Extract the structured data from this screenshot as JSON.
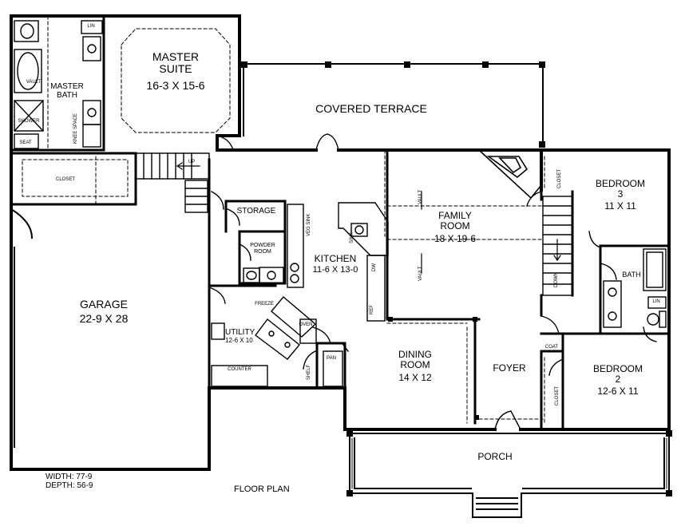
{
  "rooms": {
    "master_suite": {
      "name": "MASTER\nSUITE",
      "dims": "16-3 X 15-6"
    },
    "master_bath": {
      "name": "MASTER\nBATH"
    },
    "covered_terrace": {
      "name": "COVERED TERRACE"
    },
    "bedroom3": {
      "name": "BEDROOM\n3",
      "dims": "11 X 11"
    },
    "family_room": {
      "name": "FAMILY\nROOM",
      "dims": "18 X 19-6"
    },
    "kitchen": {
      "name": "KITCHEN",
      "dims": "11-6 X 13-0"
    },
    "storage": {
      "name": "STORAGE"
    },
    "powder_room": {
      "name": "POWDER\nROOM"
    },
    "garage": {
      "name": "GARAGE",
      "dims": "22-9 X 28"
    },
    "utility": {
      "name": "UTILITY",
      "dims": "12-6 X 10"
    },
    "dining_room": {
      "name": "DINING\nROOM",
      "dims": "14 X 12"
    },
    "foyer": {
      "name": "FOYER"
    },
    "bedroom2": {
      "name": "BEDROOM\n2",
      "dims": "12-6 X 11"
    },
    "bath": {
      "name": "BATH"
    },
    "porch": {
      "name": "PORCH"
    }
  },
  "small_labels": {
    "lin_master": "LIN",
    "vault_bath": "VAULT",
    "shower": "SHOWER",
    "seat": "SEAT",
    "knee_space": "KNEE SPACE",
    "closet_master": "CLOSET",
    "up": "UP",
    "vault_family_1": "VAULT",
    "vault_family_2": "VAULT",
    "closet_bed3": "CLOSET",
    "down": "DOWN",
    "lin_bath": "LIN",
    "coat": "COAT",
    "closet_bed2": "CLOSET",
    "counter": "COUNTER",
    "freeze": "FREEZE",
    "oven": "OVEN",
    "pan": "PAN",
    "sink": "SINK",
    "dw": "DW",
    "ref": "REF",
    "veg_sink": "VEG SINK",
    "shelf": "SHELF"
  },
  "footer": {
    "width": "WIDTH: 77-9",
    "depth": "DEPTH: 56-9",
    "title": "FLOOR PLAN"
  }
}
